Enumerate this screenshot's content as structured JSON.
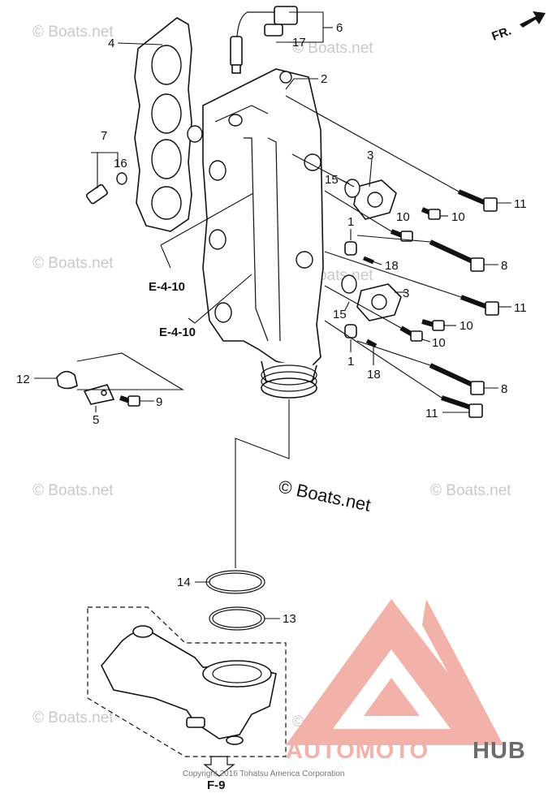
{
  "direction": {
    "label": "FR."
  },
  "callouts": {
    "c4": "4",
    "c6": "6",
    "c17": "17",
    "c2": "2",
    "c7": "7",
    "c16": "16",
    "c3a": "3",
    "c15a": "15",
    "c11a": "11",
    "c10a": "10",
    "c10b": "10",
    "c1a": "1",
    "c18a": "18",
    "c8a": "8",
    "c3b": "3",
    "c11b": "11",
    "c15b": "15",
    "c10c": "10",
    "c10d": "10",
    "c1b": "1",
    "c18b": "18",
    "c8b": "8",
    "c11c": "11",
    "c12": "12",
    "c5": "5",
    "c9": "9",
    "c14": "14",
    "c13": "13"
  },
  "refs": {
    "r1": "E-4-10",
    "r2": "E-4-10",
    "next": "F-9"
  },
  "watermarks": {
    "center": "© Boats.net",
    "repeat": "© Boats.net",
    "copyright": "Copyright 2016 Tohatsu America Corporation"
  },
  "brand": {
    "part1": "AUTOMOTO",
    "part2": "HUB",
    "color_main": "#f2b2aa",
    "color_dark": "#6d6d6d"
  }
}
